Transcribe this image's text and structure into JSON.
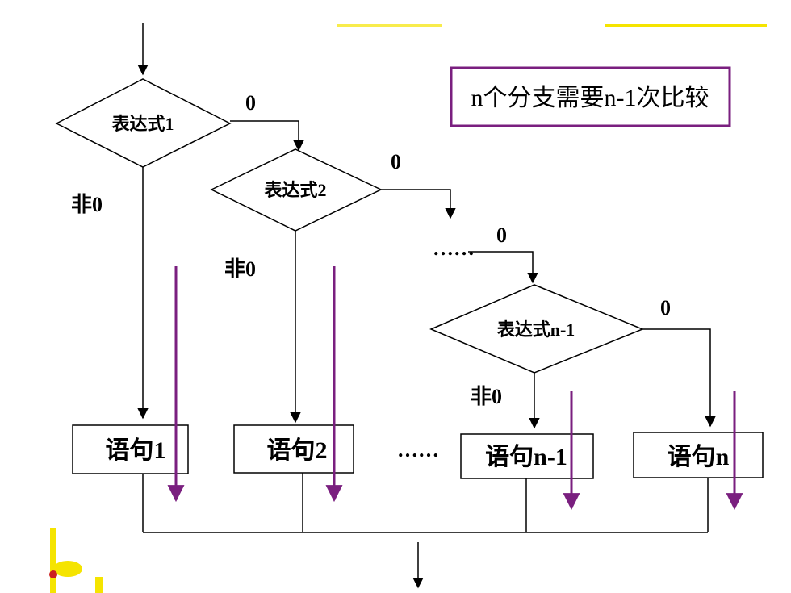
{
  "note": {
    "text": "n个分支需要n-1次比较",
    "border_color": "#7a1f7f"
  },
  "conditions": [
    "表达式1",
    "表达式2",
    "表达式n-1"
  ],
  "branch_labels": {
    "zero": "0",
    "nonzero": "非0",
    "ellipsis": "……"
  },
  "statements": [
    "语句1",
    "语句2",
    "语句n-1",
    "语句n"
  ],
  "colors": {
    "arrow_purple": "#7a1f7f",
    "line": "#000000",
    "decor_yellow": "#f5e400",
    "decor_red": "#cc1f1f"
  }
}
